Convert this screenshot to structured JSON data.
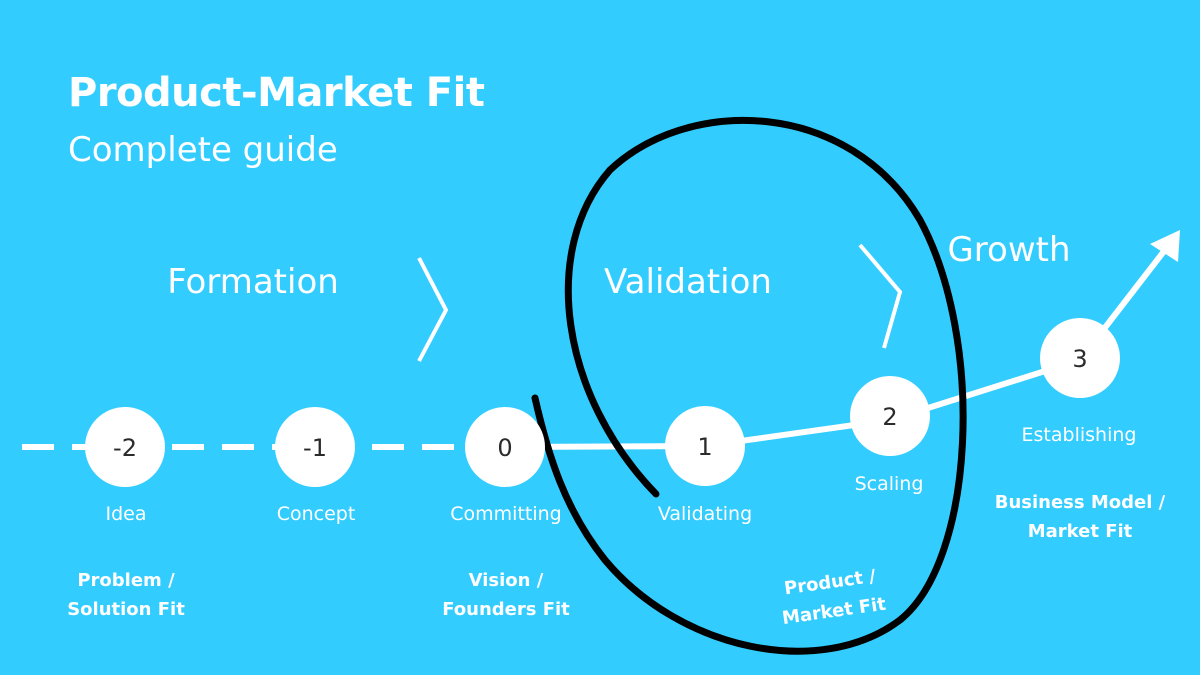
{
  "title": "Product-Market Fit",
  "subtitle": "Complete guide",
  "colors": {
    "background": "#33CCFF",
    "foreground": "#FFFFFF",
    "node_text": "#2B2B2B",
    "ellipse": "#000000"
  },
  "phases": [
    {
      "label": "Formation"
    },
    {
      "label": "Validation"
    },
    {
      "label": "Growth"
    }
  ],
  "stages": [
    {
      "number": "-2",
      "label": "Idea"
    },
    {
      "number": "-1",
      "label": "Concept"
    },
    {
      "number": "0",
      "label": "Committing"
    },
    {
      "number": "1",
      "label": "Validating"
    },
    {
      "number": "2",
      "label": "Scaling"
    },
    {
      "number": "3",
      "label": "Establishing"
    }
  ],
  "fits": [
    {
      "label": "Problem / Solution Fit"
    },
    {
      "label": "Vision / Founders Fit"
    },
    {
      "label": "Product / Market Fit"
    },
    {
      "label": "Business Model / Market Fit"
    }
  ],
  "icons": [
    "chevron-right-icon",
    "arrow-up-right-icon"
  ]
}
